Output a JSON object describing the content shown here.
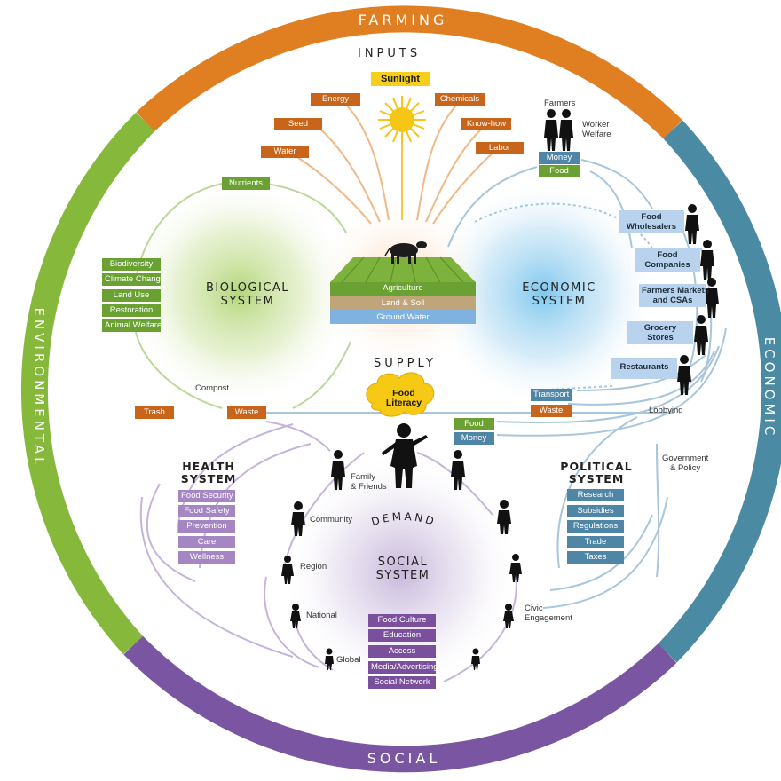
{
  "ring": {
    "farming": "FARMING",
    "economic": "ECONOMIC",
    "social": "SOCIAL",
    "environmental": "ENVIRONMENTAL",
    "colors": {
      "farming": "#df7f22",
      "economic": "#4a8aa3",
      "social": "#7a55a1",
      "environmental": "#86b83b"
    }
  },
  "headings": {
    "inputs": "INPUTS",
    "supply": "SUPPLY",
    "demand": "DEMAND"
  },
  "inputs": {
    "sunlight": "Sunlight",
    "energy": "Energy",
    "chemicals": "Chemicals",
    "seed": "Seed",
    "knowhow": "Know-how",
    "water": "Water",
    "labor": "Labor"
  },
  "farm": {
    "agriculture": "Agriculture",
    "land": "Land & Soil",
    "groundwater": "Ground Water"
  },
  "biological": {
    "title_1": "BIOLOGICAL",
    "title_2": "SYSTEM",
    "nutrients": "Nutrients",
    "compost": "Compost",
    "items": [
      "Biodiversity",
      "Climate Change",
      "Land Use",
      "Restoration",
      "Animal Welfare"
    ]
  },
  "economic": {
    "title_1": "ECONOMIC",
    "title_2": "SYSTEM",
    "farmers": "Farmers",
    "worker_welfare_1": "Worker",
    "worker_welfare_2": "Welfare",
    "money": "Money",
    "food": "Food",
    "transport": "Transport",
    "waste": "Waste",
    "lobbying": "Lobbying",
    "actors": [
      [
        "Food",
        "Wholesalers"
      ],
      [
        "Food",
        "Companies"
      ],
      [
        "Farmers Markets",
        "and CSAs"
      ],
      [
        "Grocery",
        "Stores"
      ],
      [
        "Restaurants",
        ""
      ]
    ]
  },
  "center": {
    "food_literacy_1": "Food",
    "food_literacy_2": "Literacy",
    "food": "Food",
    "money": "Money",
    "trash": "Trash",
    "waste": "Waste"
  },
  "health": {
    "title_1": "HEALTH",
    "title_2": "SYSTEM",
    "items": [
      "Food Security",
      "Food Safety",
      "Prevention",
      "Care",
      "Wellness"
    ]
  },
  "political": {
    "title_1": "POLITICAL",
    "title_2": "SYSTEM",
    "gov_1": "Government",
    "gov_2": "& Policy",
    "items": [
      "Research",
      "Subsidies",
      "Regulations",
      "Trade",
      "Taxes"
    ]
  },
  "social": {
    "title_1": "SOCIAL",
    "title_2": "SYSTEM",
    "family_1": "Family",
    "family_2": "& Friends",
    "community": "Community",
    "region": "Region",
    "national": "National",
    "global": "Global",
    "civic_1": "Civic",
    "civic_2": "Engagement",
    "items": [
      "Food Culture",
      "Education",
      "Access",
      "Media/Advertising",
      "Social Network"
    ]
  }
}
